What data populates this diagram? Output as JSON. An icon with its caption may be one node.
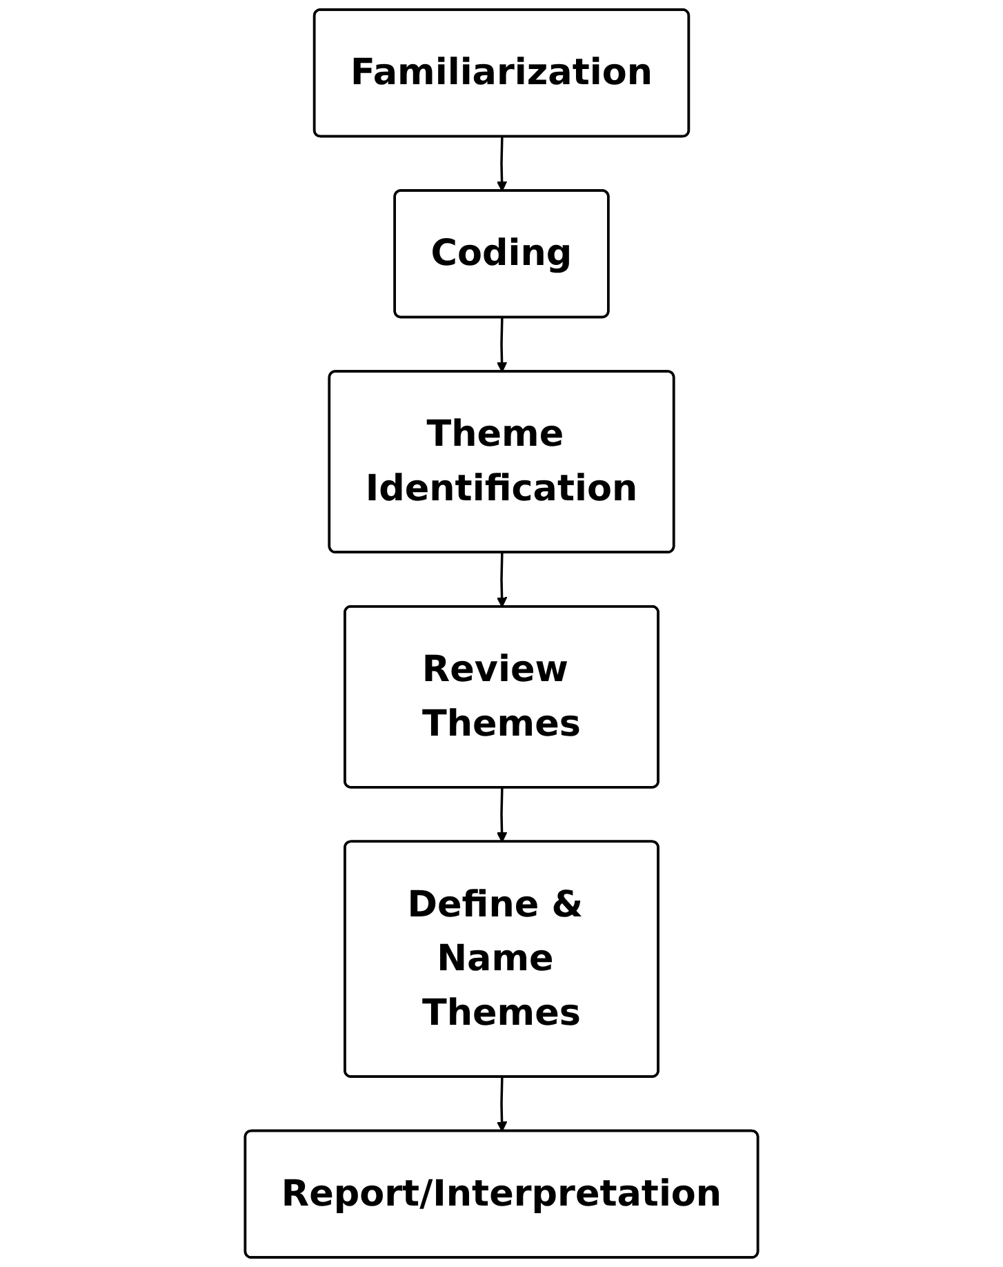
{
  "diagram": {
    "nodes": [
      {
        "text": [
          "Familiarization"
        ]
      },
      {
        "text": [
          "Coding"
        ]
      },
      {
        "text": [
          "Theme Identification"
        ]
      },
      {
        "text": [
          "Review Themes"
        ]
      },
      {
        "text": [
          "Define & Name Themes"
        ]
      },
      {
        "text": [
          "Report/Interpretation"
        ]
      }
    ],
    "edges": [
      {
        "from": 0,
        "to": 1,
        "arrow": "to"
      },
      {
        "from": 1,
        "to": 2,
        "arrow": "to"
      },
      {
        "from": 2,
        "to": 3,
        "arrow": "to"
      },
      {
        "from": 3,
        "to": 4,
        "arrow": "to"
      },
      {
        "from": 4,
        "to": 5,
        "arrow": "to"
      }
    ]
  }
}
